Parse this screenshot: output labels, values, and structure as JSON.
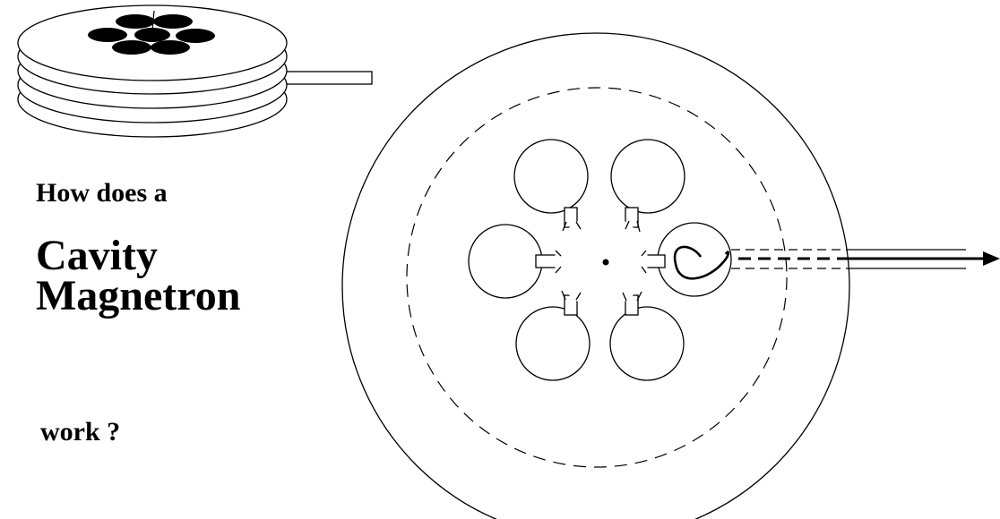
{
  "title": {
    "line1": "How does a",
    "line2": "Cavity",
    "line3": "Magnetron",
    "line4": "work ?"
  },
  "colors": {
    "stroke": "#000000",
    "background": "#ffffff"
  }
}
